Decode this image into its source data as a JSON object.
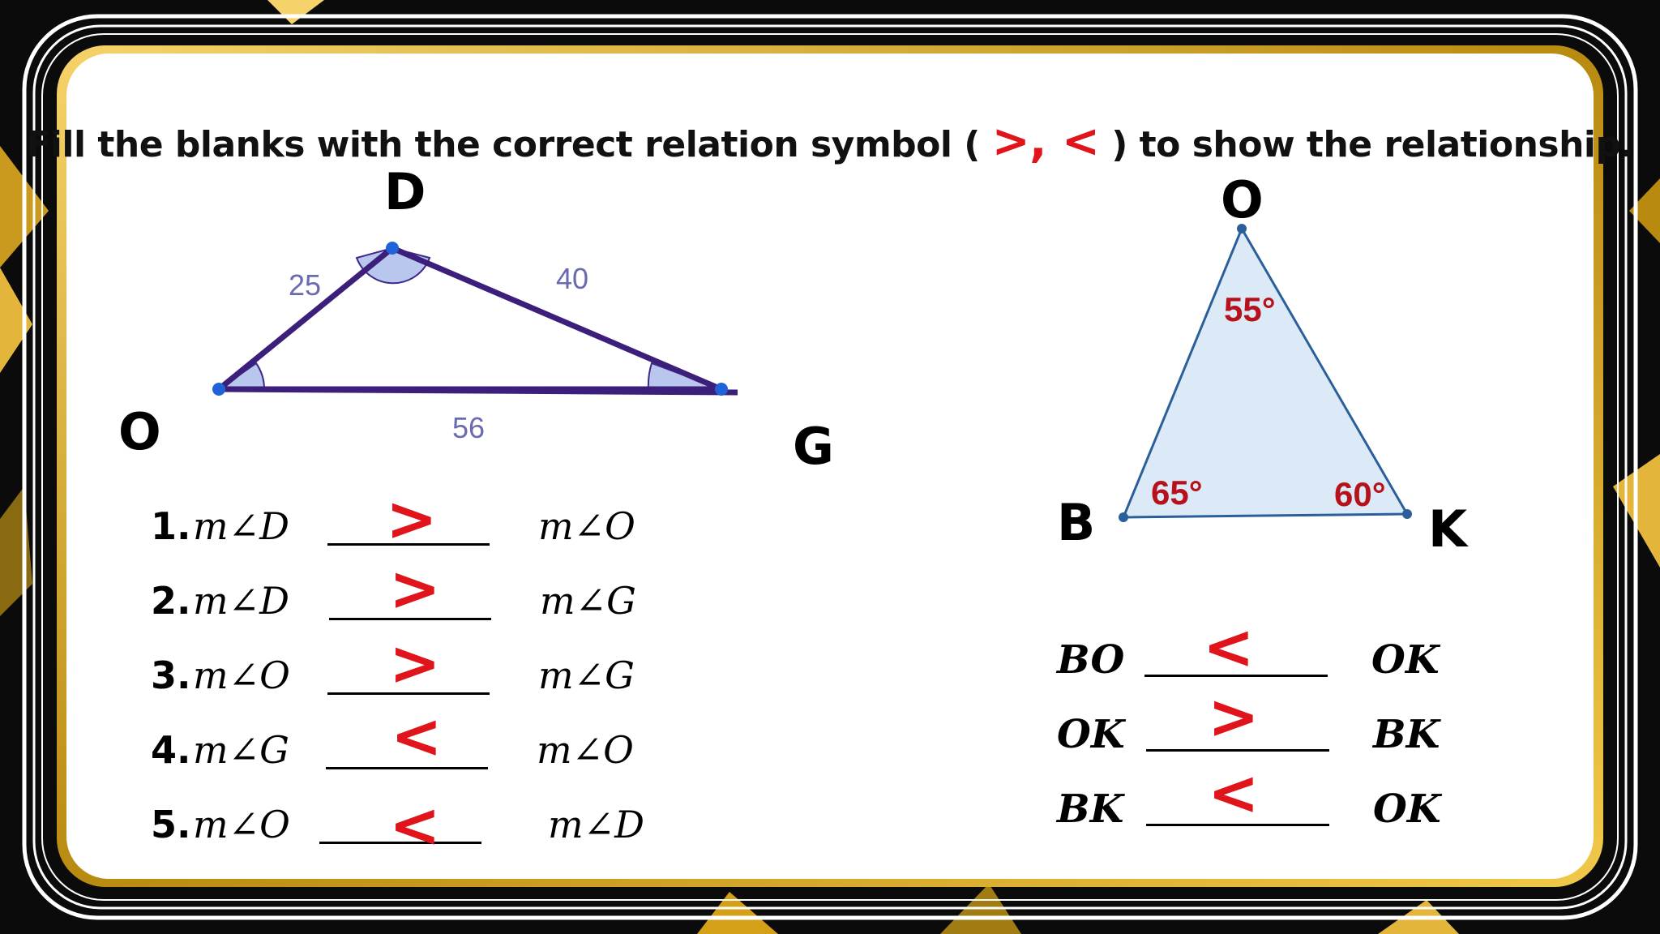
{
  "title": {
    "before": "Fill the blanks with the correct relation symbol (",
    "symbols": ">, <",
    "after": ") to show the relationship."
  },
  "triangle_left": {
    "vertices": {
      "top": "D",
      "left": "O",
      "right": "G"
    },
    "sides": {
      "OD": "25",
      "DG": "40",
      "OG": "56"
    }
  },
  "triangle_right": {
    "vertices": {
      "top": "O",
      "left": "B",
      "right": "K"
    },
    "angles": {
      "top": "55°",
      "left": "65°",
      "right": "60°"
    }
  },
  "angle_items": [
    {
      "number": "1.",
      "left": "m∠D",
      "answer": ">",
      "right": "m∠O"
    },
    {
      "number": "2.",
      "left": "m∠D",
      "answer": ">",
      "right": "m∠G"
    },
    {
      "number": "3.",
      "left": "m∠O",
      "answer": ">",
      "right": "m∠G"
    },
    {
      "number": "4.",
      "left": "m∠G",
      "answer": "<",
      "right": "m∠O"
    },
    {
      "number": "5.",
      "left": "m∠O",
      "answer": "<",
      "right": "m∠D"
    }
  ],
  "side_items": [
    {
      "left": "BO",
      "answer": "<",
      "right": "OK"
    },
    {
      "left": "OK",
      "answer": ">",
      "right": "BK"
    },
    {
      "left": "BK",
      "answer": "<",
      "right": "OK"
    }
  ],
  "colors": {
    "answer": "#e0141b",
    "card": "#ffffff",
    "frame_gold": "#d4a017",
    "background": "#0b0b0b",
    "triangle_fill": "#dce9f7"
  }
}
